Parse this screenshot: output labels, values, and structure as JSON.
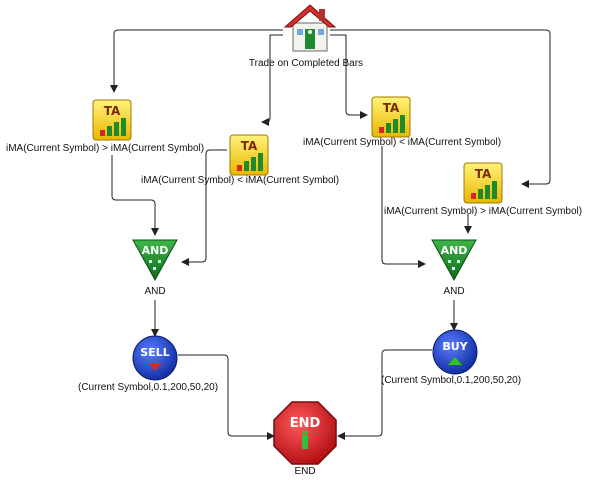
{
  "start": {
    "label": "Trade on Completed Bars",
    "icon": "house-icon"
  },
  "ta_nodes": [
    {
      "label": "iMA(Current Symbol)  >  iMA(Current Symbol)",
      "badge": "TA"
    },
    {
      "label": "iMA(Current Symbol)  <  iMA(Current Symbol)",
      "badge": "TA"
    },
    {
      "label": "iMA(Current Symbol)  <  iMA(Current Symbol)",
      "badge": "TA"
    },
    {
      "label": "iMA(Current Symbol)  >  iMA(Current Symbol)",
      "badge": "TA"
    }
  ],
  "and_nodes": [
    {
      "badge": "AND",
      "label": "AND"
    },
    {
      "badge": "AND",
      "label": "AND"
    }
  ],
  "sell": {
    "badge": "SELL",
    "label": "(Current Symbol,0.1,200,50,20)"
  },
  "buy": {
    "badge": "BUY",
    "label": "(Current Symbol,0.1,200,50,20)"
  },
  "end": {
    "badge": "END",
    "label": "END"
  },
  "colors": {
    "connector": "#222222",
    "ta_yellow": "#f2d21b",
    "and_green": "#1f8a2a",
    "sell_blue": "#1c3fb8",
    "end_red": "#d8262b"
  }
}
